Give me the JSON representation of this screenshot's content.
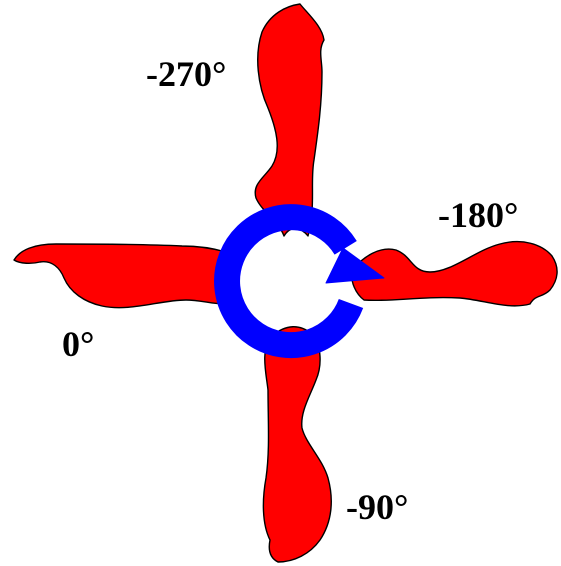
{
  "labels": {
    "top": "-270°",
    "right": "-180°",
    "left": "0°",
    "bottom": "-90°"
  },
  "colors": {
    "blade": "#ff0000",
    "outline": "#000000",
    "rotation_arrow": "#0000ff",
    "background": "#ffffff"
  },
  "icons": {
    "rotation": "circular-arrow-icon"
  }
}
